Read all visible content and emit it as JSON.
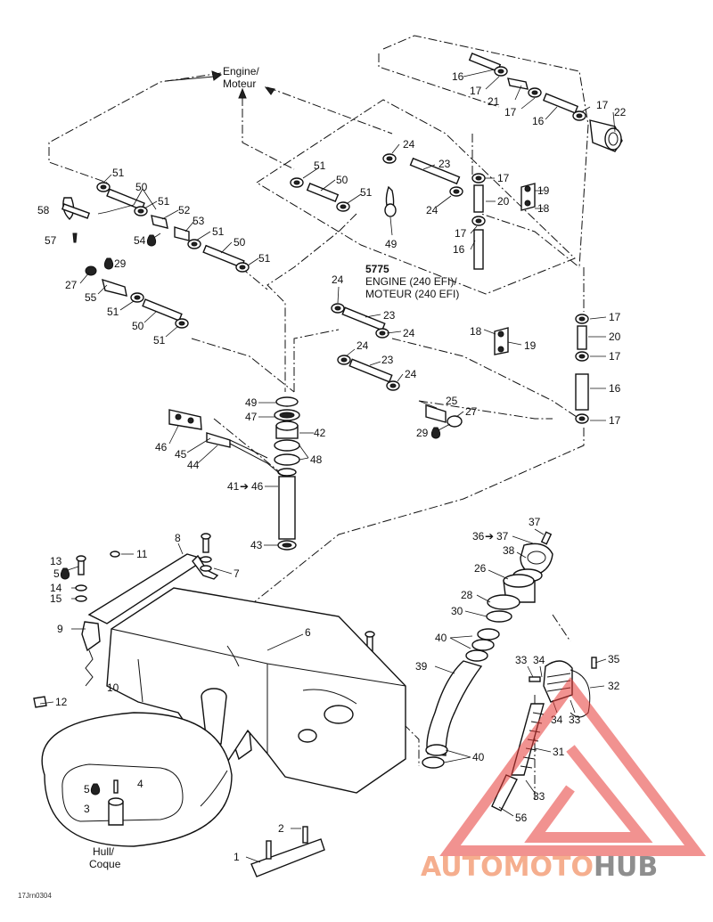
{
  "labels": {
    "engine_top": [
      "Engine/",
      "Moteur"
    ],
    "engine_box": [
      "5775",
      "ENGINE (240 EFI)/",
      "MOTEUR (240 EFI)"
    ],
    "hull": [
      "Hull/",
      "Coque"
    ],
    "ref_code": "17Jrn0304",
    "callouts": {
      "c16a": "16",
      "c17a": "17",
      "c21": "21",
      "c17b": "17",
      "c17c": "17",
      "c22": "22",
      "c16b": "16",
      "c24a": "24",
      "c23a": "23",
      "c17d": "17",
      "c19a": "19",
      "c20a": "20",
      "c18a": "18",
      "c24b": "24",
      "c17e": "17",
      "c16c": "16",
      "c51a": "51",
      "c50a": "50",
      "c51b": "51",
      "c52": "52",
      "c53": "53",
      "c54": "54",
      "c51c": "51",
      "c50b": "50",
      "c51d": "51",
      "c58": "58",
      "c57": "57",
      "c51e": "51",
      "c50c": "50",
      "c51f": "51",
      "c49a": "49",
      "c29a": "29",
      "c27a": "27",
      "c55": "55",
      "c51g": "51",
      "c50d": "50",
      "c51h": "51",
      "c24c": "24",
      "c23b": "23",
      "c24d": "24",
      "c24e": "24",
      "c23c": "23",
      "c24f": "24",
      "c25": "25",
      "c27b": "27",
      "c29b": "29",
      "c17f": "17",
      "c18b": "18",
      "c20b": "20",
      "c19b": "19",
      "c17g": "17",
      "c16d": "16",
      "c17h": "17",
      "c49b": "49",
      "c47": "47",
      "c42": "42",
      "c48": "48",
      "c46a": "46",
      "c45": "45",
      "c44": "44",
      "c41": "41",
      "c46b": "46",
      "c43": "43",
      "c13": "13",
      "c5a": "5",
      "c14": "14",
      "c15": "15",
      "c11": "11",
      "c8": "8",
      "c7": "7",
      "c9": "9",
      "c10": "10",
      "c12": "12",
      "c6": "6",
      "c37a": "37",
      "c36": "36",
      "c37b": "37",
      "c38": "38",
      "c26": "26",
      "c28": "28",
      "c30": "30",
      "c40a": "40",
      "c39": "39",
      "c33a": "33",
      "c34a": "34",
      "c35": "35",
      "c32": "32",
      "c34b": "34",
      "c33b": "33",
      "c31": "31",
      "c40b": "40",
      "c33c": "33",
      "c56": "56",
      "c5b": "5",
      "c4": "4",
      "c3": "3",
      "c2": "2",
      "c1": "1"
    }
  },
  "watermark": {
    "part1": "AUTO",
    "part2": "MOTO",
    "part3": "HUB",
    "color_light": "#f3a07a",
    "color_dark": "#7a7a7a"
  }
}
